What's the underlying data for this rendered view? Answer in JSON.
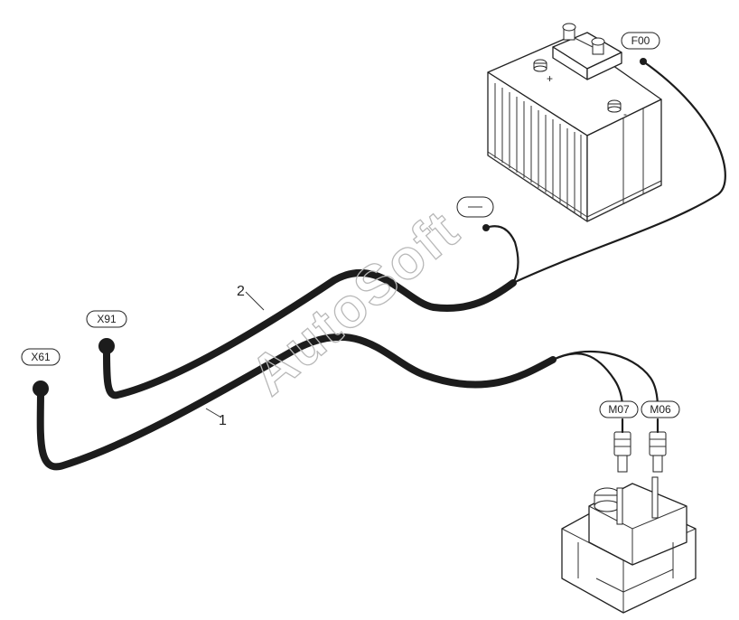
{
  "watermark": "AutoSoft",
  "callouts": {
    "f00": "F00",
    "x91": "X91",
    "x61": "X61",
    "m07": "M07",
    "m06": "M06",
    "ground": ""
  },
  "item_numbers": {
    "harness_1": "1",
    "harness_2": "2"
  },
  "battery_marks": {
    "plus": "+",
    "minus": "-"
  }
}
